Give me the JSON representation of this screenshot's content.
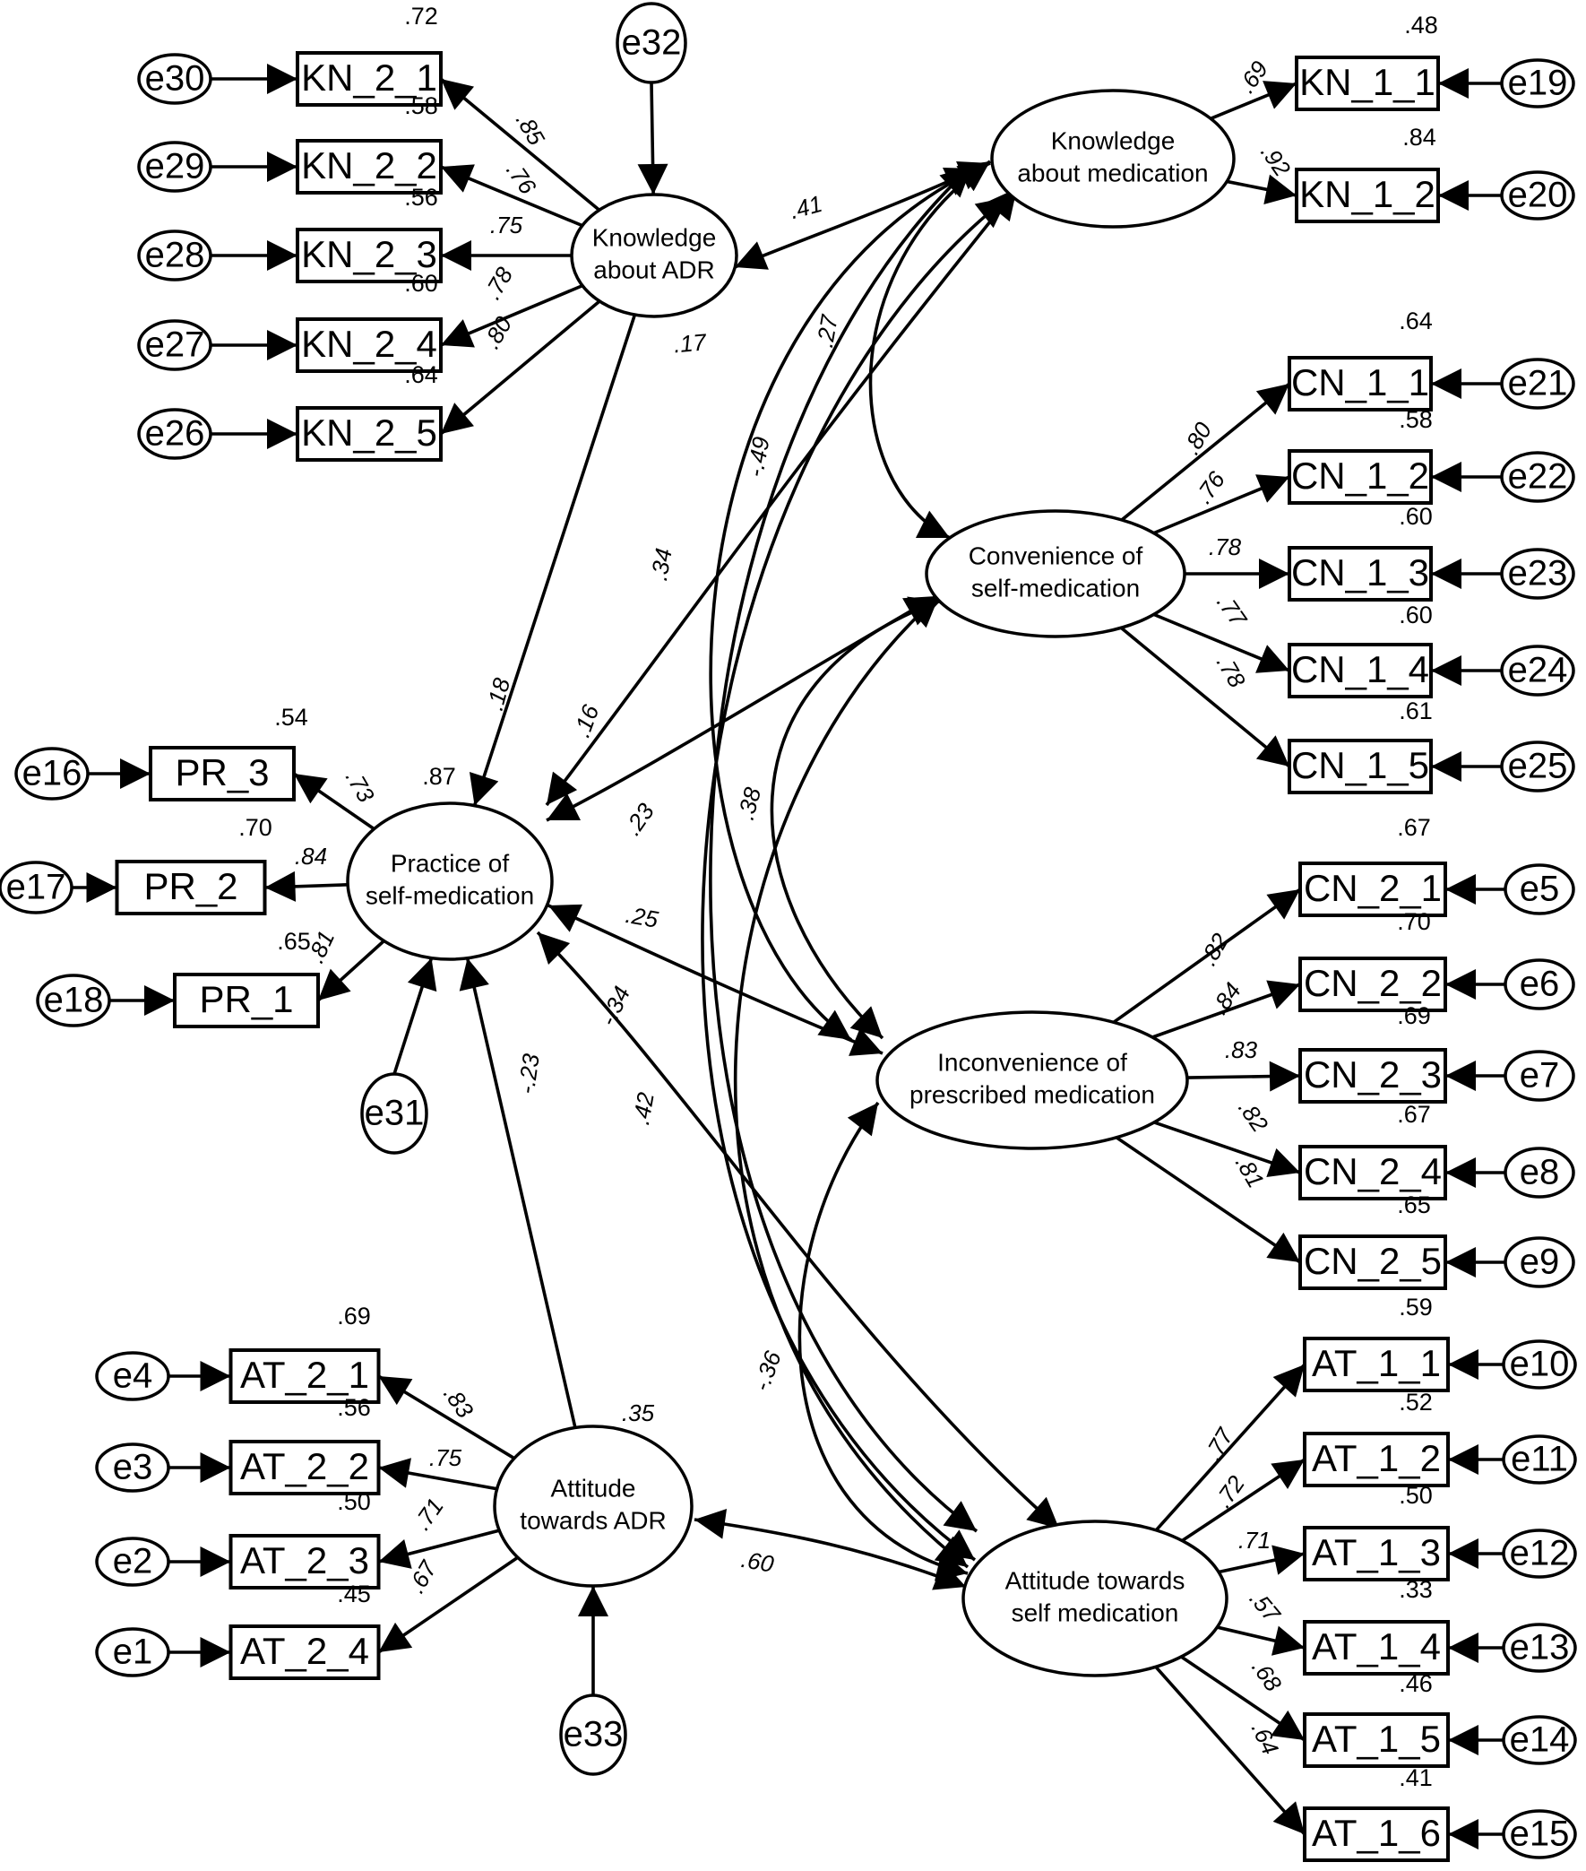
{
  "latents": [
    {
      "id": "KA",
      "lines": [
        "Knowledge",
        "about ADR"
      ]
    },
    {
      "id": "KM",
      "lines": [
        "Knowledge",
        "about medication"
      ]
    },
    {
      "id": "CS",
      "lines": [
        "Convenience of",
        "self-medication"
      ]
    },
    {
      "id": "PS",
      "lines": [
        "Practice of",
        "self-medication"
      ]
    },
    {
      "id": "IP",
      "lines": [
        "Inconvenience of",
        "prescribed medication"
      ]
    },
    {
      "id": "AA",
      "lines": [
        "Attitude",
        "towards ADR"
      ]
    },
    {
      "id": "AS",
      "lines": [
        "Attitude towards",
        "self medication"
      ]
    }
  ],
  "r_squared": {
    "PS": ".87",
    "AA": ".35"
  },
  "indicators": [
    {
      "label": "KN_2_1",
      "error": "e30",
      "loading": ".85",
      "r2": ".72"
    },
    {
      "label": "KN_2_2",
      "error": "e29",
      "loading": ".76",
      "r2": ".58"
    },
    {
      "label": "KN_2_3",
      "error": "e28",
      "loading": ".75",
      "r2": ".56"
    },
    {
      "label": "KN_2_4",
      "error": "e27",
      "loading": ".78",
      "r2": ".60"
    },
    {
      "label": "KN_2_5",
      "error": "e26",
      "loading": ".80",
      "r2": ".64"
    },
    {
      "label": "KN_1_1",
      "error": "e19",
      "loading": ".69",
      "r2": ".48"
    },
    {
      "label": "KN_1_2",
      "error": "e20",
      "loading": ".92",
      "r2": ".84"
    },
    {
      "label": "CN_1_1",
      "error": "e21",
      "loading": ".80",
      "r2": ".64"
    },
    {
      "label": "CN_1_2",
      "error": "e22",
      "loading": ".76",
      "r2": ".58"
    },
    {
      "label": "CN_1_3",
      "error": "e23",
      "loading": ".78",
      "r2": ".60"
    },
    {
      "label": "CN_1_4",
      "error": "e24",
      "loading": ".77",
      "r2": ".60"
    },
    {
      "label": "CN_1_5",
      "error": "e25",
      "loading": ".78",
      "r2": ".61"
    },
    {
      "label": "PR_3",
      "error": "e16",
      "loading": ".73",
      "r2": ".54"
    },
    {
      "label": "PR_2",
      "error": "e17",
      "loading": ".84",
      "r2": ".70"
    },
    {
      "label": "PR_1",
      "error": "e18",
      "loading": ".81",
      "r2": ".65"
    },
    {
      "label": "CN_2_1",
      "error": "e5",
      "loading": ".82",
      "r2": ".67"
    },
    {
      "label": "CN_2_2",
      "error": "e6",
      "loading": ".84",
      "r2": ".70"
    },
    {
      "label": "CN_2_3",
      "error": "e7",
      "loading": ".83",
      "r2": ".69"
    },
    {
      "label": "CN_2_4",
      "error": "e8",
      "loading": ".82",
      "r2": ".67"
    },
    {
      "label": "CN_2_5",
      "error": "e9",
      "loading": ".81",
      "r2": ".65"
    },
    {
      "label": "AT_2_1",
      "error": "e4",
      "loading": ".83",
      "r2": ".69"
    },
    {
      "label": "AT_2_2",
      "error": "e3",
      "loading": ".75",
      "r2": ".56"
    },
    {
      "label": "AT_2_3",
      "error": "e2",
      "loading": ".71",
      "r2": ".50"
    },
    {
      "label": "AT_2_4",
      "error": "e1",
      "loading": ".67",
      "r2": ".45"
    },
    {
      "label": "AT_1_1",
      "error": "e10",
      "loading": ".77",
      "r2": ".59"
    },
    {
      "label": "AT_1_2",
      "error": "e11",
      "loading": ".72",
      "r2": ".52"
    },
    {
      "label": "AT_1_3",
      "error": "e12",
      "loading": ".71",
      "r2": ".50"
    },
    {
      "label": "AT_1_4",
      "error": "e13",
      "loading": ".57",
      "r2": ".33"
    },
    {
      "label": "AT_1_5",
      "error": "e14",
      "loading": ".68",
      "r2": ".46"
    },
    {
      "label": "AT_1_6",
      "error": "e15",
      "loading": ".64",
      "r2": ".41"
    }
  ],
  "disturbances": [
    {
      "label": "e32",
      "target": "KA"
    },
    {
      "label": "e31",
      "target": "PS"
    },
    {
      "label": "e33",
      "target": "AA"
    }
  ],
  "paths": [
    {
      "from": "KA",
      "to": "PS",
      "coef": ".18"
    },
    {
      "from": "AA",
      "to": "PS",
      "coef": "-.23"
    }
  ],
  "covariances": [
    {
      "a": "KA",
      "b": "KM",
      "coef": ".41"
    },
    {
      "a": "KA",
      "b": "AS",
      "coef": ".17"
    },
    {
      "a": "KM",
      "b": "CS",
      "coef": ".27"
    },
    {
      "a": "KM",
      "b": "IP",
      "coef": "-.49"
    },
    {
      "a": "KM",
      "b": "PS",
      "coef": ".16"
    },
    {
      "a": "KM",
      "b": "AS",
      "coef": ".34"
    },
    {
      "a": "CS",
      "b": "PS",
      "coef": ".23"
    },
    {
      "a": "CS",
      "b": "IP",
      "coef": ".38"
    },
    {
      "a": "CS",
      "b": "AS",
      "coef": ".42"
    },
    {
      "a": "IP",
      "b": "PS",
      "coef": ".25"
    },
    {
      "a": "IP",
      "b": "AS",
      "coef": "-.36"
    },
    {
      "a": "AS",
      "b": "PS",
      "coef": "-.34"
    },
    {
      "a": "AA",
      "b": "AS",
      "coef": ".60"
    }
  ]
}
